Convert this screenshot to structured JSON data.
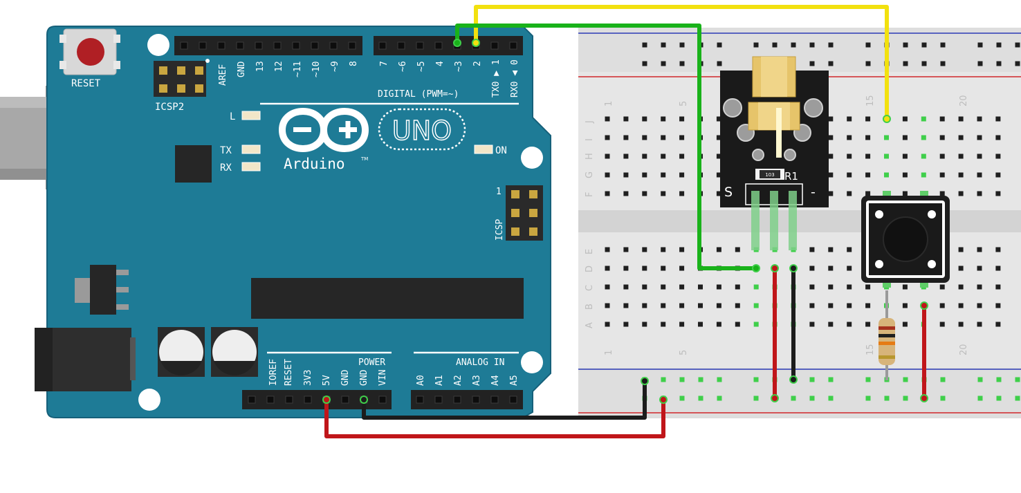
{
  "arduino": {
    "reset_label": "RESET",
    "icsp2_label": "ICSP2",
    "aref_label": "AREF",
    "gnd_label": "GND",
    "digital_top_labels": [
      "13",
      "12",
      "~11",
      "~10",
      "~9",
      "8"
    ],
    "digital_low_labels": [
      "7",
      "~6",
      "~5",
      "4",
      "~3",
      "2",
      "TX0 ▶ 1",
      "RX0 ◀ 0"
    ],
    "digital_heading": "DIGITAL (PWM=~)",
    "led_l": "L",
    "led_tx": "TX",
    "led_rx": "RX",
    "led_on": "ON",
    "logo_text": "Arduino",
    "trademark": "TM",
    "model": "UNO",
    "icsp_label": "ICSP",
    "icsp_pin1": "1",
    "power_heading": "POWER",
    "analog_heading": "ANALOG IN",
    "power_pins": [
      "IOREF",
      "RESET",
      "3V3",
      "5V",
      "GND",
      "GND",
      "VIN"
    ],
    "analog_pins": [
      "A0",
      "A1",
      "A2",
      "A3",
      "A4",
      "A5"
    ]
  },
  "breadboard": {
    "row_letters_top": [
      "J",
      "I",
      "H",
      "G",
      "F"
    ],
    "row_letters_bottom": [
      "E",
      "D",
      "C",
      "B",
      "A"
    ],
    "column_numbers": [
      "1",
      "5",
      "15",
      "20"
    ]
  },
  "laser_module": {
    "resistor_code": "103",
    "resistor_label": "R1",
    "signal_label": "S",
    "ground_label": "-"
  },
  "wire_colors": {
    "yellow": "#f2e10f",
    "green": "#19b21a",
    "red": "#c0161a",
    "black": "#1c1c1c"
  },
  "board_color": "#1e7b96"
}
